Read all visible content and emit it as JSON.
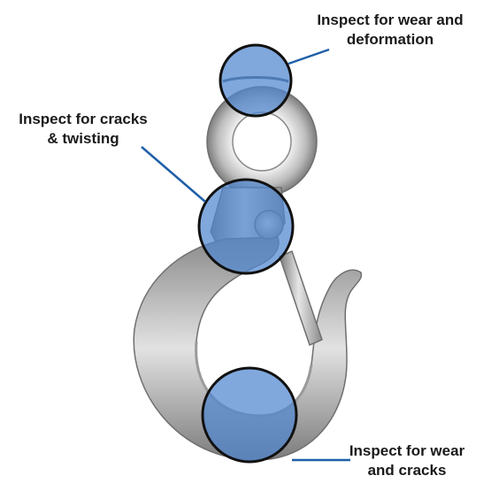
{
  "callouts": {
    "top": {
      "line1": "Inspect for wear and",
      "line2": "deformation"
    },
    "left": {
      "line1": "Inspect for cracks",
      "line2": "& twisting"
    },
    "bottom": {
      "line1": "Inspect for wear",
      "line2": "and cracks"
    }
  },
  "colors": {
    "metal_light": "#d9d9d9",
    "metal_mid": "#a6a6a6",
    "metal_dark": "#6f6f6f",
    "highlight_fill": "#4f87d0",
    "highlight_stroke": "#111111",
    "leader_line": "#1f5fa8"
  }
}
